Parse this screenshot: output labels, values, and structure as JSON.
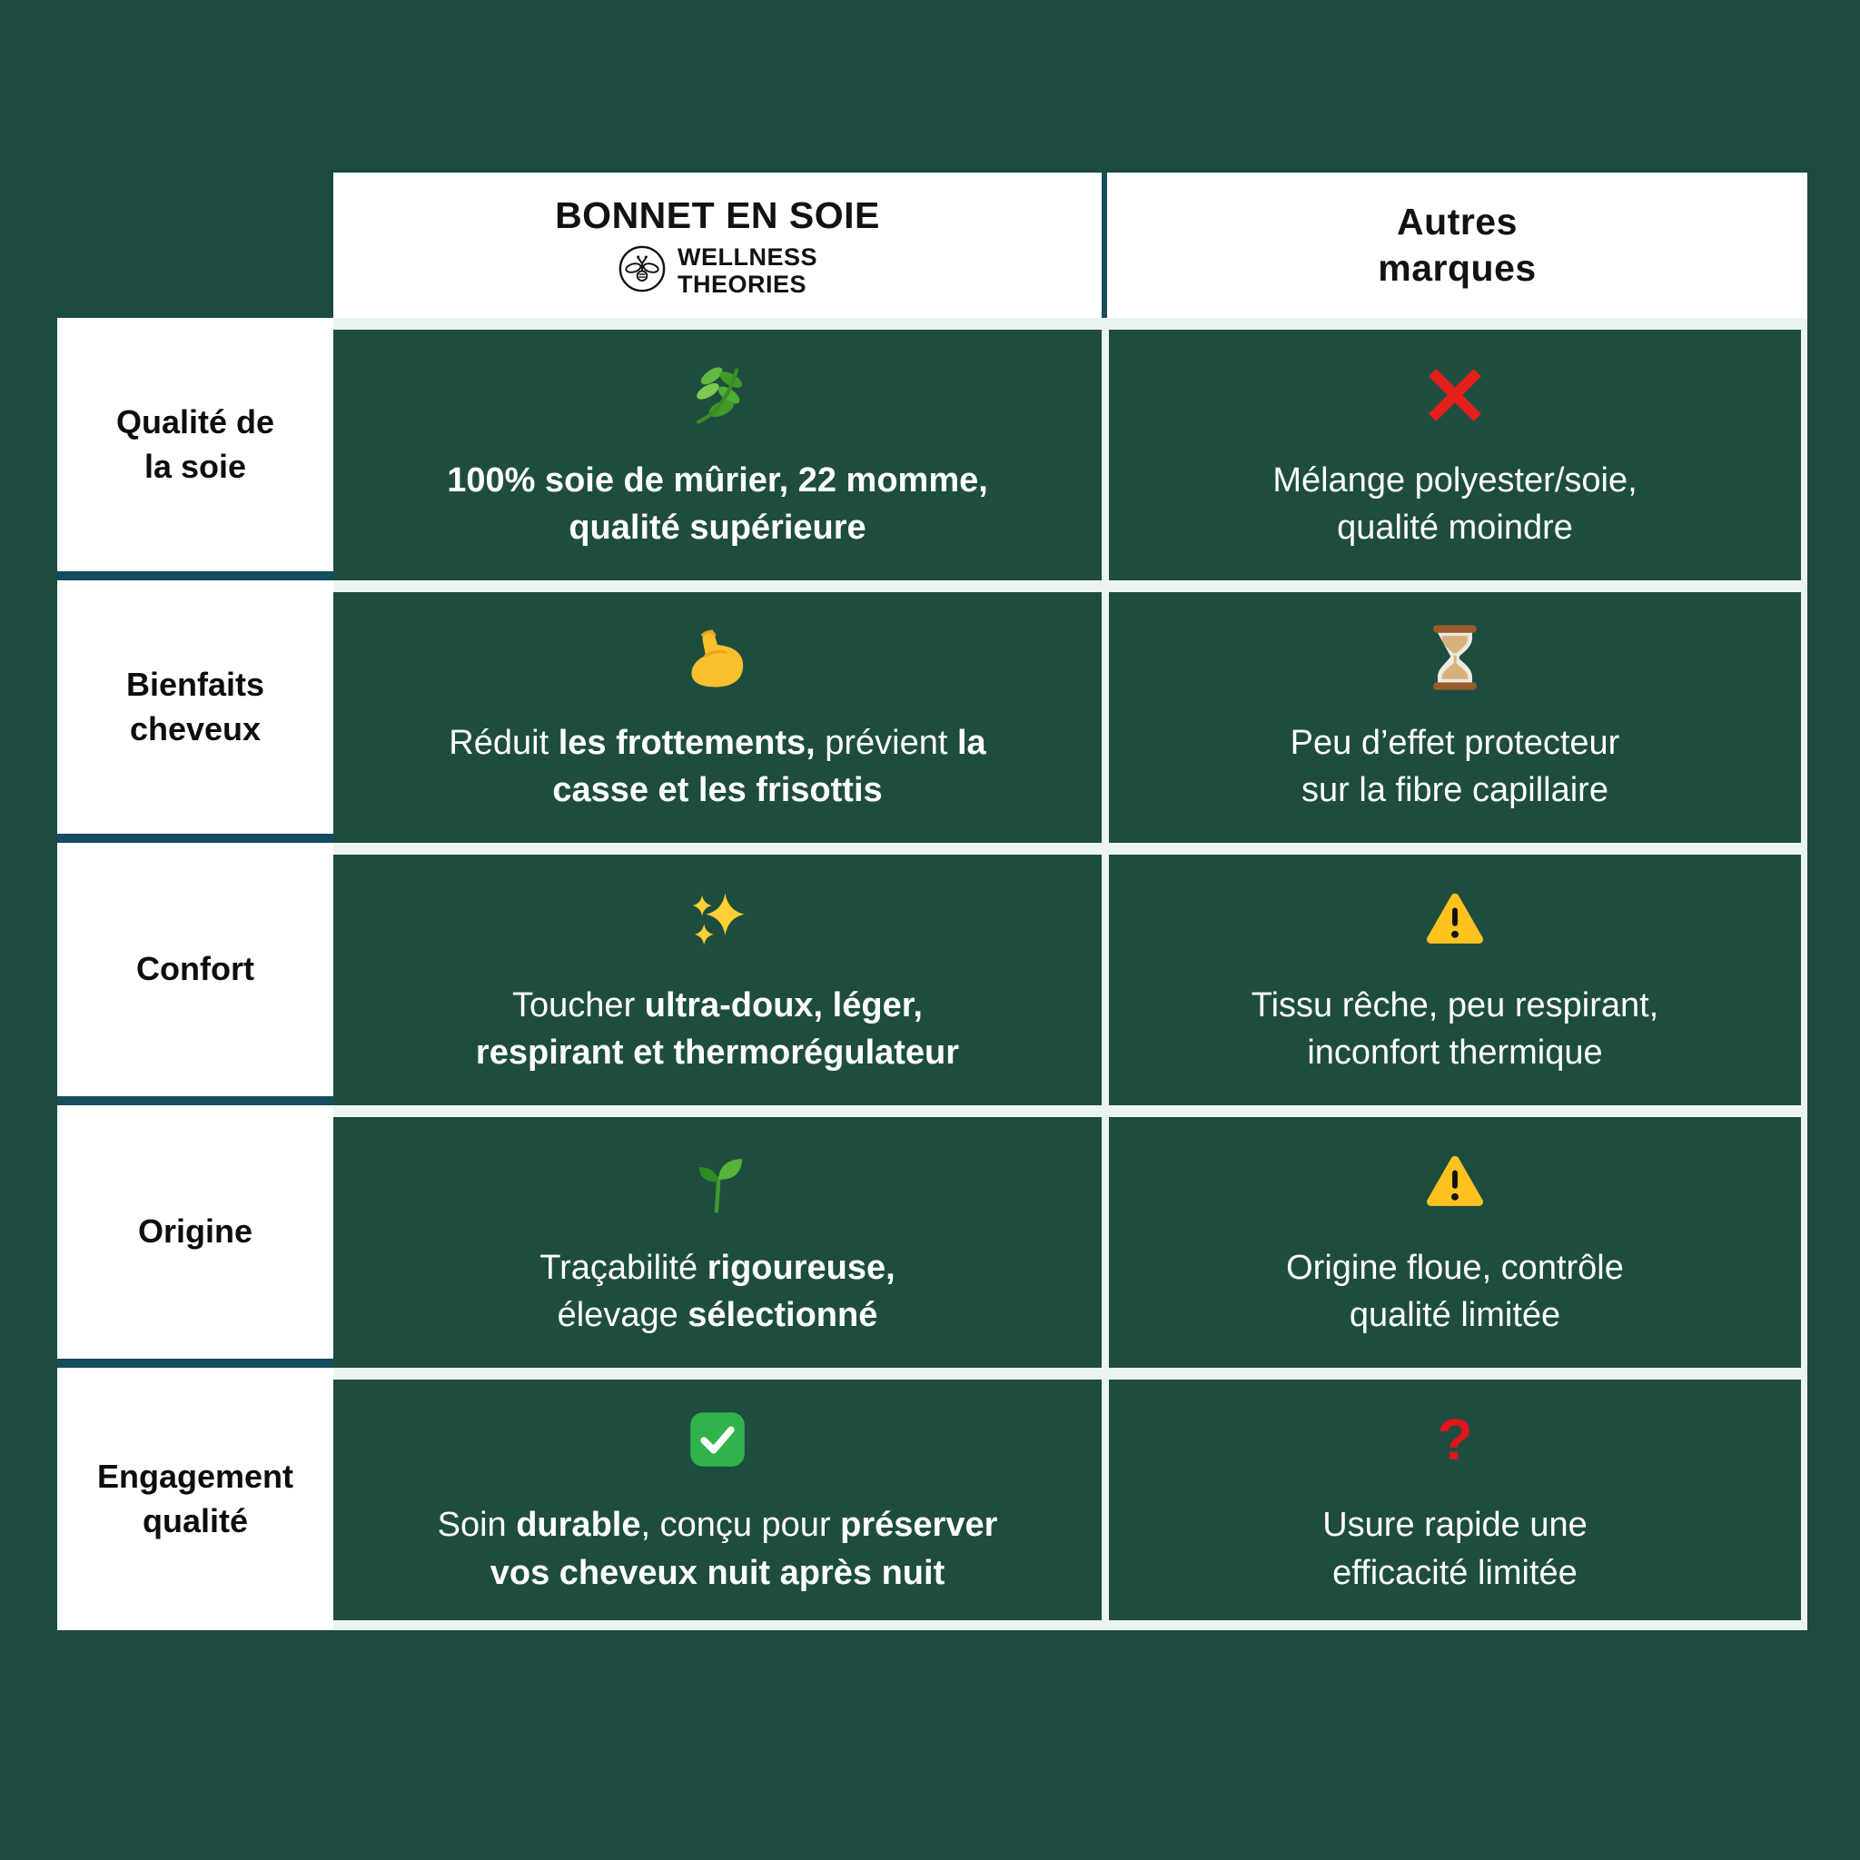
{
  "page": {
    "background": "#1B4A3F"
  },
  "header": {
    "product": {
      "title": "BONNET EN SOIE",
      "brand": "WELLNESS\nTHEORIES",
      "logo": "wellness-theories-bee-logo"
    },
    "others": {
      "title": "Autres\nmarques"
    }
  },
  "rows": [
    {
      "label": "Qualité de\nla soie",
      "product": {
        "icon": "herb-icon",
        "segments": [
          {
            "t": "100% soie de mûrier, 22 momme,\nqualité supérieure",
            "b": true
          }
        ]
      },
      "others": {
        "icon": "cross-mark-icon",
        "segments": [
          {
            "t": "Mélange polyester/soie,\nqualité moindre",
            "b": false
          }
        ]
      }
    },
    {
      "label": "Bienfaits\ncheveux",
      "product": {
        "icon": "flexed-biceps-icon",
        "segments": [
          {
            "t": "Réduit ",
            "b": false
          },
          {
            "t": "les frottements,",
            "b": true
          },
          {
            "t": " prévient ",
            "b": false
          },
          {
            "t": "la\ncasse et les frisottis",
            "b": true
          }
        ]
      },
      "others": {
        "icon": "hourglass-icon",
        "segments": [
          {
            "t": "Peu d’effet protecteur\nsur la fibre capillaire",
            "b": false
          }
        ]
      }
    },
    {
      "label": "Confort",
      "product": {
        "icon": "sparkles-icon",
        "segments": [
          {
            "t": "Toucher ",
            "b": false
          },
          {
            "t": "ultra-doux, léger,\nrespirant et thermorégulateur",
            "b": true
          }
        ]
      },
      "others": {
        "icon": "warning-icon",
        "segments": [
          {
            "t": "Tissu rêche, peu respirant,\ninconfort thermique",
            "b": false
          }
        ]
      }
    },
    {
      "label": "Origine",
      "product": {
        "icon": "seedling-icon",
        "segments": [
          {
            "t": "Traçabilité ",
            "b": false
          },
          {
            "t": "rigoureuse,",
            "b": true
          },
          {
            "t": "\nélevage ",
            "b": false
          },
          {
            "t": "sélectionné",
            "b": true
          }
        ]
      },
      "others": {
        "icon": "warning-icon",
        "segments": [
          {
            "t": "Origine floue, contrôle\nqualité limitée",
            "b": false
          }
        ]
      }
    },
    {
      "label": "Engagement\nqualité",
      "product": {
        "icon": "check-mark-icon",
        "segments": [
          {
            "t": "Soin ",
            "b": false
          },
          {
            "t": "durable",
            "b": true
          },
          {
            "t": ", conçu pour ",
            "b": false
          },
          {
            "t": "préserver",
            "b": true
          },
          {
            "t": "\n",
            "b": false
          },
          {
            "t": "vos cheveux nuit après nuit",
            "b": true
          }
        ]
      },
      "others": {
        "icon": "red-question-icon",
        "question_glyph": "?",
        "segments": [
          {
            "t": "Usure rapide une\nefficacité limitée",
            "b": false
          }
        ]
      }
    }
  ],
  "colors": {
    "page_background": "#1B4A3F",
    "cell_green": "#1E4D3F",
    "white_divider": "#EAF5F1",
    "teal_divider": "#174F62",
    "label_text": "#0D0D0D",
    "cell_text": "#FFFFFF",
    "cross_red": "#E3201B",
    "question_red": "#E0161B",
    "warning_yellow": "#FFC21E",
    "check_green": "#31B34B"
  },
  "chart_data": {
    "type": "table",
    "title": "Bonnet en soie Wellness Theories vs Autres marques",
    "columns": [
      "",
      "BONNET EN SOIE — WELLNESS THEORIES",
      "Autres marques"
    ],
    "rows": [
      [
        "Qualité de la soie",
        "100% soie de mûrier, 22 momme, qualité supérieure",
        "Mélange polyester/soie, qualité moindre"
      ],
      [
        "Bienfaits cheveux",
        "Réduit les frottements, prévient la casse et les frisottis",
        "Peu d’effet protecteur sur la fibre capillaire"
      ],
      [
        "Confort",
        "Toucher ultra-doux, léger, respirant et thermorégulateur",
        "Tissu rêche, peu respirant, inconfort thermique"
      ],
      [
        "Origine",
        "Traçabilité rigoureuse, élevage sélectionné",
        "Origine floue, contrôle qualité limitée"
      ],
      [
        "Engagement qualité",
        "Soin durable, conçu pour préserver vos cheveux nuit après nuit",
        "Usure rapide une efficacité limitée"
      ]
    ]
  }
}
